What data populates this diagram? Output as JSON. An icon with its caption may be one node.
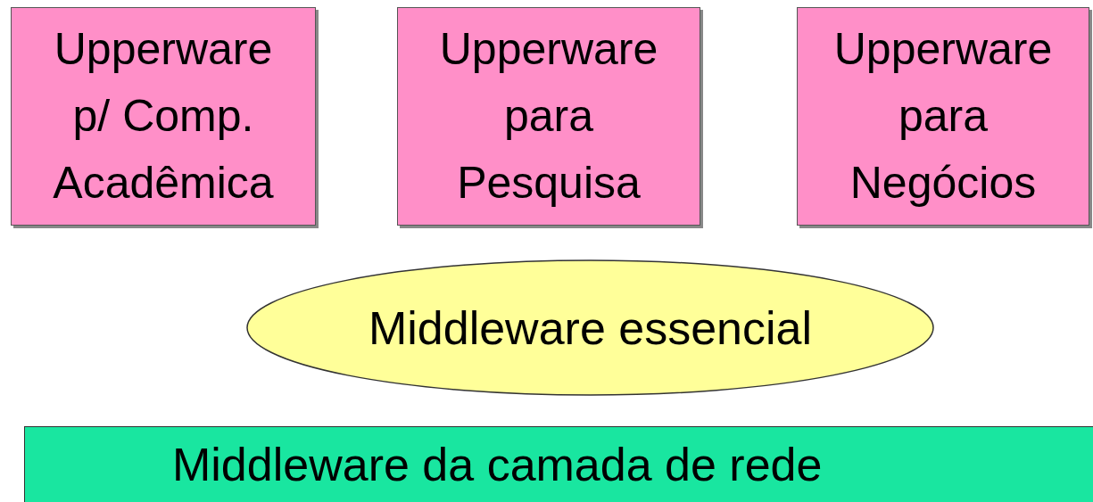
{
  "diagram": {
    "nodes": [
      {
        "text": [
          "Upperware p/ Comp. Acadêmica"
        ]
      },
      {
        "text": [
          "Upperware para Pesquisa"
        ]
      },
      {
        "text": [
          "Upperware para Negócios"
        ]
      },
      {
        "text": [
          "Middleware essencial"
        ]
      },
      {
        "text": [
          "Middleware da camada de rede"
        ]
      }
    ],
    "edges": []
  }
}
